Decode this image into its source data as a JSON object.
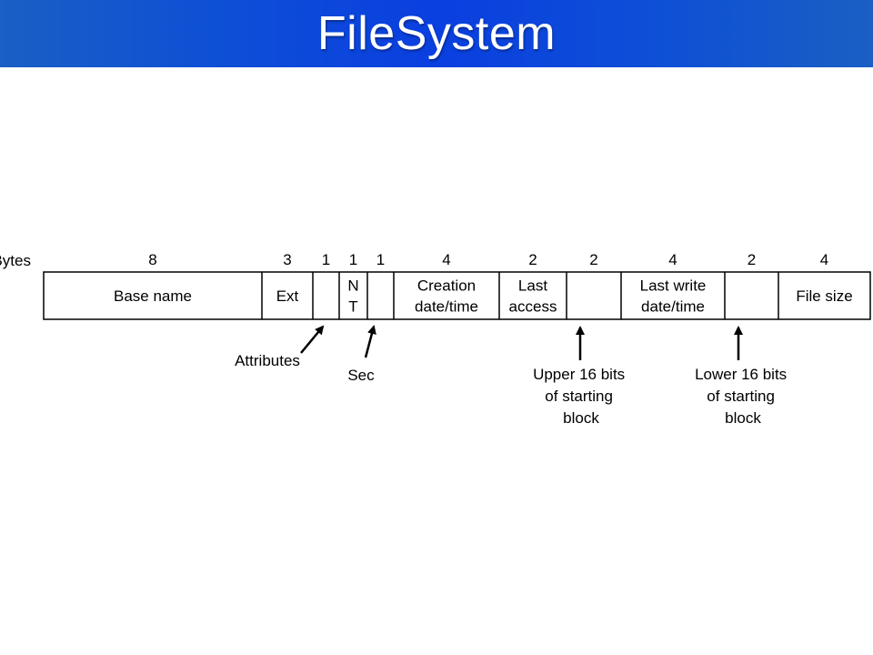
{
  "title": "FileSystem",
  "bytes_label": "Bytes",
  "fields": [
    {
      "size": "8",
      "lines": [
        "Base name"
      ]
    },
    {
      "size": "3",
      "lines": [
        "Ext"
      ]
    },
    {
      "size": "1",
      "lines": [
        ""
      ]
    },
    {
      "size": "1",
      "lines": [
        "N",
        "T"
      ]
    },
    {
      "size": "1",
      "lines": [
        ""
      ]
    },
    {
      "size": "4",
      "lines": [
        "Creation",
        "date/time"
      ]
    },
    {
      "size": "2",
      "lines": [
        "Last",
        "access"
      ]
    },
    {
      "size": "2",
      "lines": [
        ""
      ]
    },
    {
      "size": "4",
      "lines": [
        "Last write",
        "date/time"
      ]
    },
    {
      "size": "2",
      "lines": [
        ""
      ]
    },
    {
      "size": "4",
      "lines": [
        "File size"
      ]
    }
  ],
  "annotations": [
    {
      "lines": [
        "Attributes"
      ]
    },
    {
      "lines": [
        "Sec"
      ]
    },
    {
      "lines": [
        "Upper 16 bits",
        "of starting",
        "block"
      ]
    },
    {
      "lines": [
        "Lower 16 bits",
        "of starting",
        "block"
      ]
    }
  ]
}
